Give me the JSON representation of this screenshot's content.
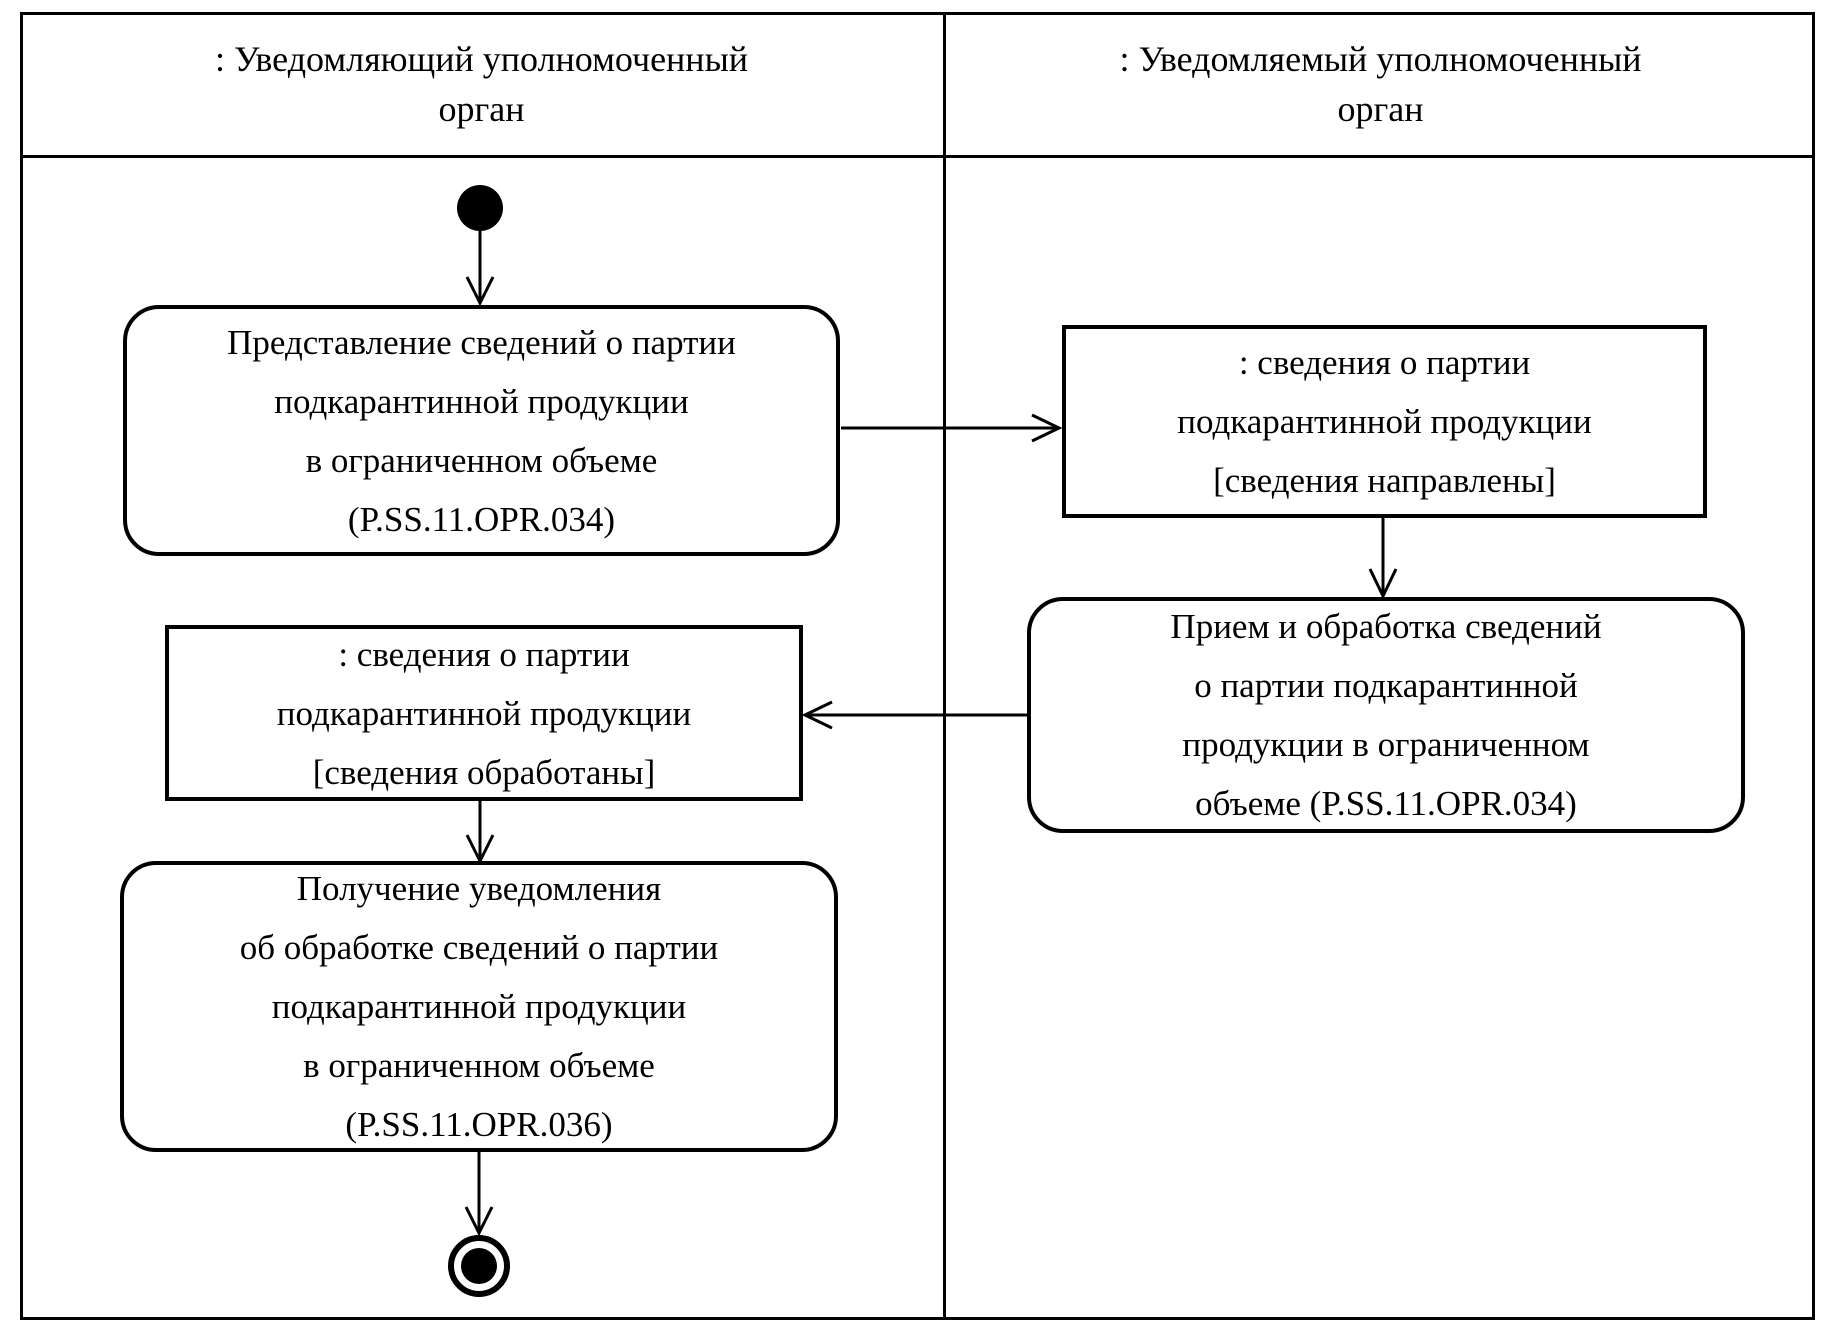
{
  "diagram_type": "uml-activity-swimlane",
  "colors": {
    "ink": "#000000",
    "background": "#ffffff"
  },
  "lanes": [
    {
      "label": ": Уведомляющий уполномоченный\nорган"
    },
    {
      "label": ": Уведомляемый уполномоченный\nорган"
    }
  ],
  "nodes": {
    "start": {
      "kind": "initial-node"
    },
    "action1": {
      "kind": "action",
      "lane": 0,
      "text": "Представление сведений о партии\nподкарантинной продукции\nв ограниченном объеме\n(P.SS.11.OPR.034)",
      "code": "P.SS.11.OPR.034"
    },
    "object1": {
      "kind": "object",
      "lane": 1,
      "text": ": сведения о партии\nподкарантинной продукции\n[сведения направлены]",
      "state": "сведения направлены"
    },
    "action2": {
      "kind": "action",
      "lane": 1,
      "text": "Прием и обработка сведений\nо партии подкарантинной\nпродукции в ограниченном\nобъеме (P.SS.11.OPR.034)",
      "code": "P.SS.11.OPR.034"
    },
    "object2": {
      "kind": "object",
      "lane": 0,
      "text": ": сведения о партии\nподкарантинной продукции\n[сведения обработаны]",
      "state": "сведения обработаны"
    },
    "action3": {
      "kind": "action",
      "lane": 0,
      "text": "Получение уведомления\nоб обработке сведений о партии\nподкарантинной продукции\nв ограниченном объеме\n(P.SS.11.OPR.036)",
      "code": "P.SS.11.OPR.036"
    },
    "end": {
      "kind": "final-node"
    }
  },
  "edges": [
    {
      "from": "start",
      "to": "action1"
    },
    {
      "from": "action1",
      "to": "object1"
    },
    {
      "from": "object1",
      "to": "action2"
    },
    {
      "from": "action2",
      "to": "object2"
    },
    {
      "from": "object2",
      "to": "action3"
    },
    {
      "from": "action3",
      "to": "end"
    }
  ]
}
